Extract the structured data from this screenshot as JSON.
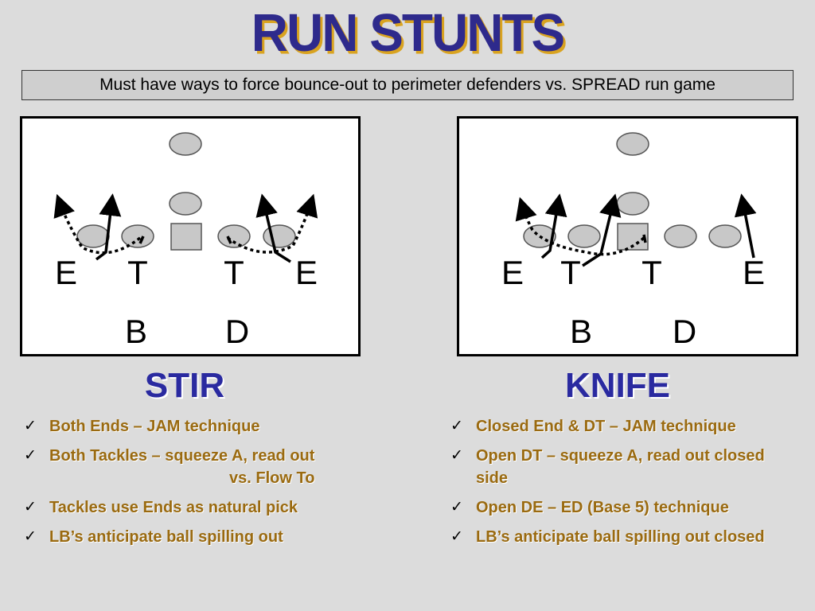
{
  "title": "RUN STUNTS",
  "subtitle": "Must have ways to force bounce-out to perimeter defenders vs. SPREAD run game",
  "diagrams": {
    "stir": {
      "labels": {
        "e_left": "E",
        "t_left": "T",
        "t_right": "T",
        "e_right": "E",
        "b": "B",
        "d": "D"
      }
    },
    "knife": {
      "labels": {
        "e_left": "E",
        "t_left": "T",
        "t_right": "T",
        "e_right": "E",
        "b": "B",
        "d": "D"
      }
    }
  },
  "stir": {
    "heading": "STIR",
    "bullets": [
      {
        "line1": "Both Ends – JAM technique",
        "line2": ""
      },
      {
        "line1": "Both Tackles – squeeze A, read out",
        "line2": "vs. Flow To"
      },
      {
        "line1": "Tackles use Ends as natural pick",
        "line2": ""
      },
      {
        "line1": "LB’s anticipate ball spilling out",
        "line2": ""
      }
    ]
  },
  "knife": {
    "heading": "KNIFE",
    "bullets": [
      {
        "line1": "Closed End & DT – JAM technique",
        "line2": ""
      },
      {
        "line1": "Open DT – squeeze A, read out closed side",
        "line2": ""
      },
      {
        "line1": "Open DE – ED (Base 5) technique",
        "line2": ""
      },
      {
        "line1": "LB’s anticipate ball spilling out closed",
        "line2": ""
      }
    ]
  },
  "check_icon": "✓",
  "colors": {
    "title": "#2e2a8c",
    "title_shadow": "#d9a320",
    "heading": "#2a2aa0",
    "bullet_text": "#9a6a10",
    "player_fill": "#c8c8c8"
  }
}
